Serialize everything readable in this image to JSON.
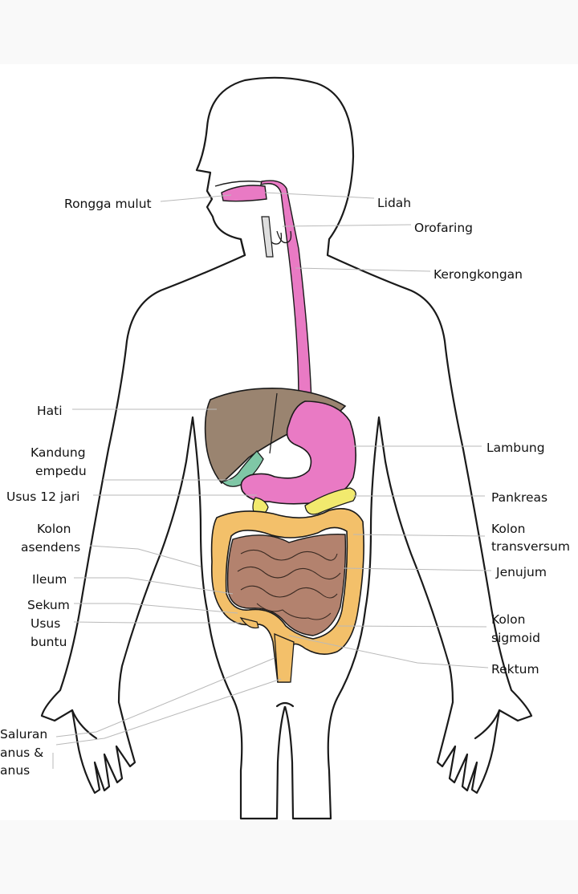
{
  "colors": {
    "outline": "#1a1a1a",
    "digestive_tract": "#e97ac4",
    "liver": "#9a8470",
    "gallbladder": "#7fc7a6",
    "pancreas": "#f2ea6e",
    "large_intestine": "#f3c06a",
    "small_intestine": "#b3826e",
    "leader_line": "#b9b9b9"
  },
  "labels": {
    "rongga_mulut": "Rongga mulut",
    "lidah": "Lidah",
    "orofaring": "Orofaring",
    "kerongkongan": "Kerongkongan",
    "hati": "Hati",
    "kandung_empedu_1": "Kandung",
    "kandung_empedu_2": "empedu",
    "usus_12_jari": "Usus 12 jari",
    "kolon_asendens_1": "Kolon",
    "kolon_asendens_2": "asendens",
    "ileum": "Ileum",
    "sekum": "Sekum",
    "usus_buntu_1": "Usus",
    "usus_buntu_2": "buntu",
    "saluran_anus_1": "Saluran",
    "saluran_anus_2": "anus &",
    "saluran_anus_3": "anus",
    "lambung": "Lambung",
    "pankreas": "Pankreas",
    "kolon_transversum_1": "Kolon",
    "kolon_transversum_2": "transversum",
    "jenujum": "Jenujum",
    "kolon_sigmoid_1": "Kolon",
    "kolon_sigmoid_2": "sigmoid",
    "rektum": "Rektum"
  }
}
